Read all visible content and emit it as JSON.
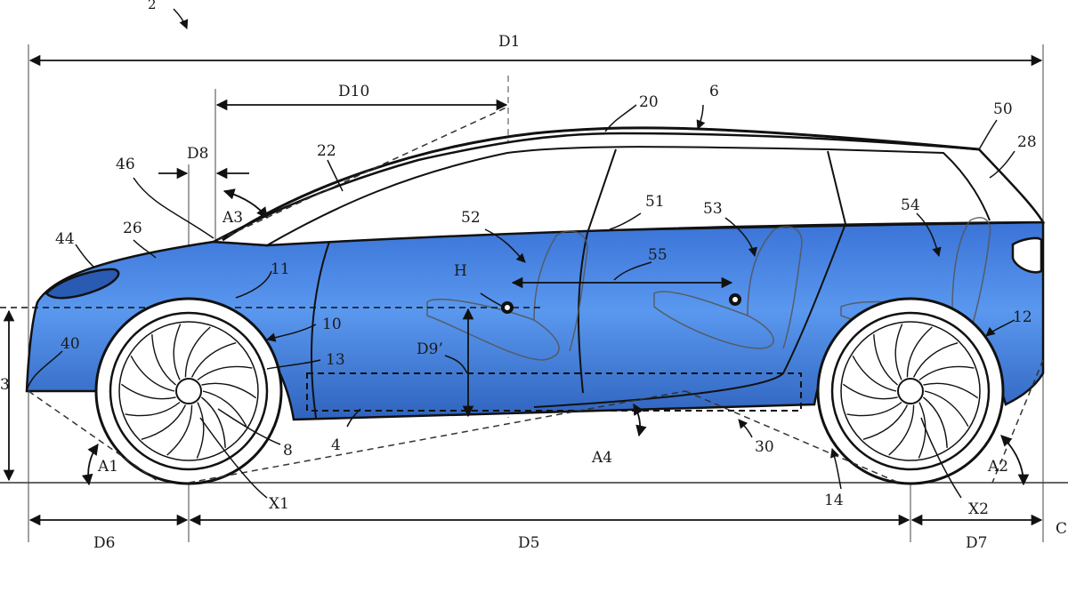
{
  "figure_number": "2",
  "colors": {
    "body_fill": "#3f7bdc",
    "body_fill_light": "#5b97ee",
    "body_fill_dark": "#2d5fb8",
    "ink": "#111111",
    "background": "#ffffff"
  },
  "dimensions": {
    "d1": "D1",
    "d5": "D5",
    "d6": "D6",
    "d7": "D7",
    "d8": "D8",
    "d9": "D9’",
    "d10": "D10"
  },
  "angles": {
    "a1": "A1",
    "a2": "A2",
    "a3": "A3",
    "a4": "A4"
  },
  "points": {
    "h": "H",
    "x1": "X1",
    "x2": "X2"
  },
  "partial_labels": {
    "left_edge": "3",
    "right_edge": "C"
  },
  "callouts": [
    "6",
    "20",
    "22",
    "50",
    "28",
    "46",
    "26",
    "44",
    "11",
    "10",
    "13",
    "40",
    "8",
    "4",
    "52",
    "51",
    "53",
    "54",
    "55",
    "12",
    "30",
    "14"
  ]
}
